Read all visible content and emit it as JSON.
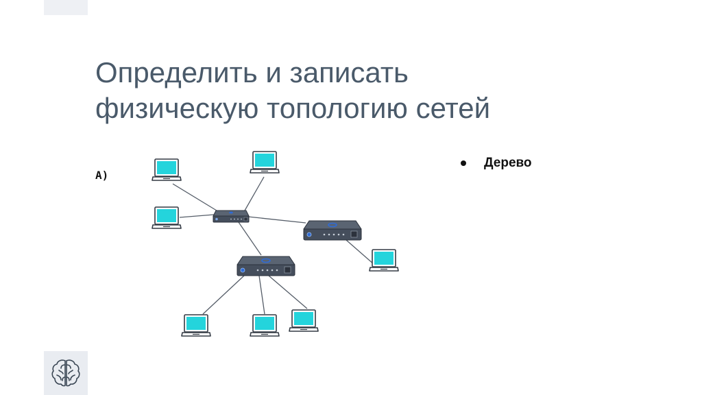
{
  "slide": {
    "title_line1": "Определить и записать",
    "title_line2": "физическую топологию сетей",
    "label": "А)",
    "bullet": "Дерево"
  },
  "icons": {
    "laptop": "laptop-icon",
    "switch": "network-switch-icon",
    "logo": "brain-icon"
  },
  "colors": {
    "title": "#4a5a6a",
    "laptop_screen": "#24d4dc",
    "device_body": "#454e5c",
    "accent": "#2f6bd6"
  }
}
